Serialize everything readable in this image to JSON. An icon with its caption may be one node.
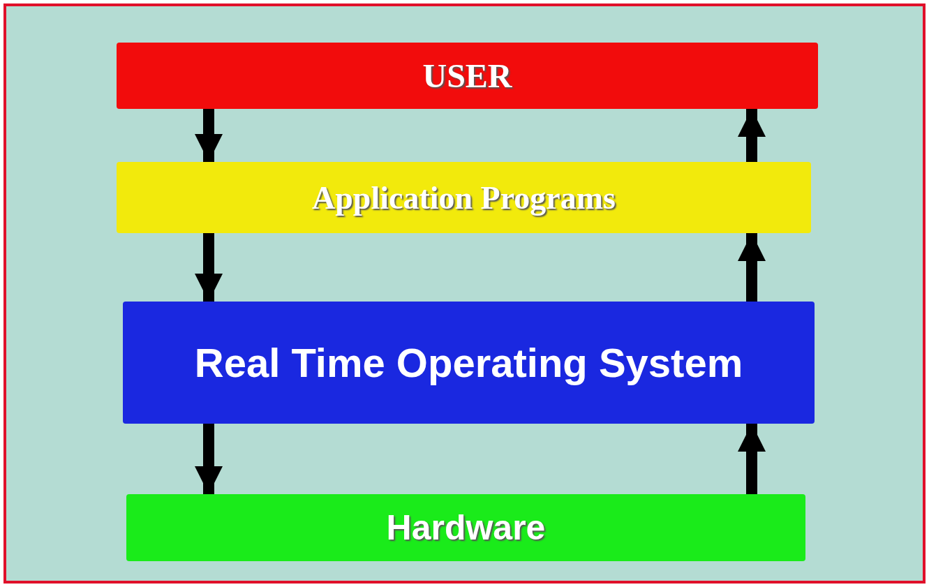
{
  "diagram": {
    "nodes": [
      {
        "text": [
          "USER"
        ]
      },
      {
        "text": [
          "Application Programs"
        ]
      },
      {
        "text": [
          "Real Time Operating System"
        ]
      },
      {
        "text": [
          "Hardware"
        ]
      }
    ],
    "edges": [
      {
        "from": 0,
        "to": 1,
        "arrow": "to"
      },
      {
        "from": 1,
        "to": 2,
        "arrow": "to"
      },
      {
        "from": 2,
        "to": 3,
        "arrow": "to"
      },
      {
        "from": 3,
        "to": 2,
        "arrow": "to"
      },
      {
        "from": 2,
        "to": 1,
        "arrow": "to"
      },
      {
        "from": 1,
        "to": 0,
        "arrow": "to"
      }
    ]
  }
}
